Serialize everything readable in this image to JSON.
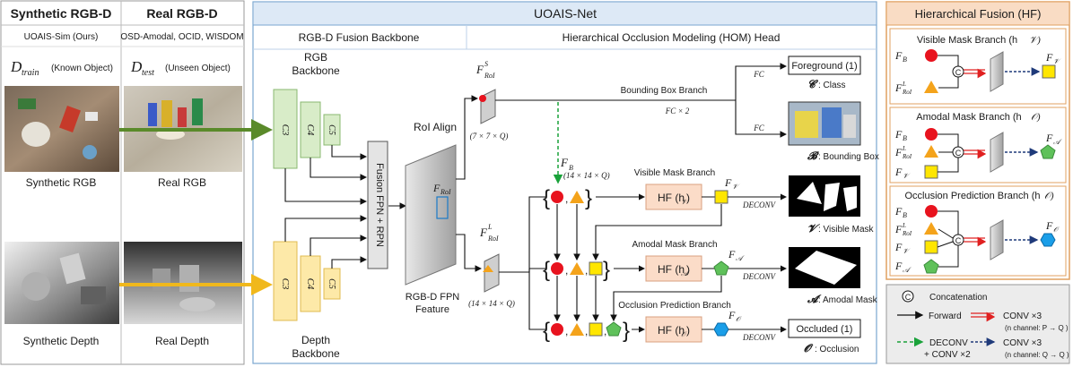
{
  "left_panel": {
    "synthetic_header": "Synthetic RGB-D",
    "real_header": "Real RGB-D",
    "synthetic_source": "UOAIS-Sim (Ours)",
    "real_source": "OSD-Amodal, OCID, WISDOM",
    "d_train_symbol": "D",
    "d_train_sub": "train",
    "d_train_note": "(Known Object)",
    "d_test_symbol": "D",
    "d_test_sub": "test",
    "d_test_note": "(Unseen Object)",
    "synthetic_rgb_caption": "Synthetic RGB",
    "real_rgb_caption": "Real RGB",
    "synthetic_depth_caption": "Synthetic Depth",
    "real_depth_caption": "Real Depth"
  },
  "net": {
    "title": "UOAIS-Net",
    "backbone_title": "RGB-D Fusion Backbone",
    "hom_title": "Hierarchical Occlusion Modeling (HOM) Head",
    "rgb_backbone_l1": "RGB",
    "rgb_backbone_l2": "Backbone",
    "depth_backbone_l1": "Depth",
    "depth_backbone_l2": "Backbone",
    "c3": "C3",
    "c4": "C4",
    "c5": "C5",
    "fusion": "Fusion FPN + RPN",
    "roi_align": "RoI Align",
    "froi_inside": "F",
    "froi_inside_sub": "RoI",
    "fpn_l1": "RGB-D FPN",
    "fpn_l2": "Feature",
    "froi_s_base": "F",
    "froi_s_sup": "S",
    "froi_s_sub": "RoI",
    "froi_s_dim": "(7 × 7 × Q)",
    "froi_l_base": "F",
    "froi_l_sup": "L",
    "froi_l_sub": "RoI",
    "froi_l_dim": "(14 × 14 × Q)",
    "fb_base": "F",
    "fb_sub": "B",
    "fb_dim": "(14 × 14 × Q)",
    "bbox_branch": "Bounding Box Branch",
    "fc": "FC",
    "fc2": "FC × 2",
    "foreground": "Foreground (1)",
    "class_sym": "𝓒",
    "class_txt": ": Class",
    "bbox_sym": "𝓑",
    "bbox_txt": ": Bounding Box",
    "visible_branch": "Visible Mask Branch",
    "amodal_branch": "Amodal Mask Branch",
    "occlusion_branch": "Occlusion Prediction Branch",
    "hf_v": "HF (h",
    "hf_v_sub": "𝒱",
    "hf_a_sub": "𝒜",
    "hf_o_sub": "𝒪",
    "fv_sub": "𝒱",
    "fa_sub": "𝒜",
    "fo_sub": "𝒪",
    "deconv": "DECONV",
    "visible_sym": "𝓥",
    "visible_txt": ": Visible Mask",
    "amodal_sym": "𝓐",
    "amodal_txt": ": Amodal Mask",
    "occluded": "Occluded (1)",
    "occlusion_sym": "𝓞",
    "occlusion_txt": ": Occlusion"
  },
  "hf_panel": {
    "title": "Hierarchical Fusion (HF)",
    "visible_title": "Visible Mask Branch (h",
    "amodal_title": "Amodal Mask Branch (h",
    "occlusion_title": "Occlusion Prediction Branch (h",
    "c_symbol": "C"
  },
  "legend": {
    "concat": "Concatenation",
    "forward": "Forward",
    "conv3": "CONV ×3",
    "conv3_pq": "(n channel: P → Q )",
    "deconv_l1": "DECONV",
    "deconv_l2": "+ CONV ×2",
    "conv3_qq": "CONV ×3",
    "conv3_qq_note": "(n channel: Q → Q )"
  },
  "colors": {
    "red_circle": "#e8131e",
    "orange_triangle": "#f4a31b",
    "yellow_square": "#ffe600",
    "green_pentagon": "#5fc15a",
    "blue_hexagon": "#1a9ee8",
    "rgb_green": "#d8ecc8",
    "depth_yellow": "#fde9a8",
    "hf_box": "#fbdcc8",
    "header_blue": "#dde9f6",
    "hf_header": "#f9dcc4",
    "arrow_green": "#5a8a2a",
    "arrow_yellow": "#f0b81c",
    "dashed_green": "#1aa23a",
    "red_arrow": "#e02020",
    "navy_arrow": "#1f3a7a"
  }
}
